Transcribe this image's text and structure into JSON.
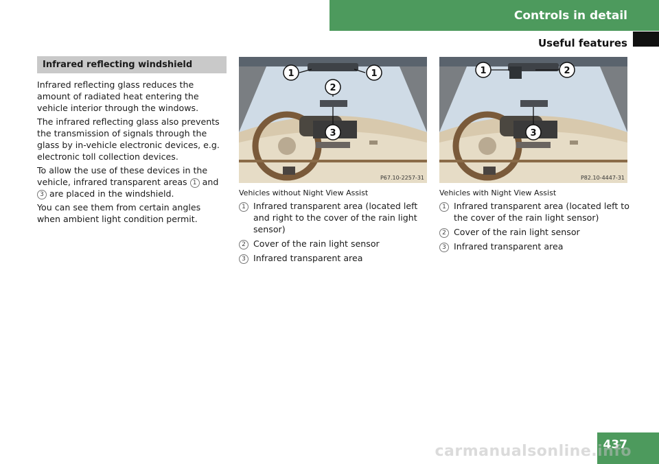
{
  "header": {
    "chapter": "Controls in detail",
    "section": "Useful features"
  },
  "left": {
    "heading": "Infrared reflecting windshield",
    "p1": "Infrared reflecting glass reduces the amount of radiated heat entering the vehicle interior through the windows.",
    "p2": "The infrared reflecting glass also prevents the transmission of signals through the glass by in-vehicle electronic devices, e.g. electronic toll collection devices.",
    "p3a": "To allow the use of these devices in the vehicle, infrared transparent areas",
    "p3b": "and",
    "p3c": "are placed in the windshield.",
    "n1": "1",
    "n3": "3",
    "p4": "You can see them from certain angles when ambient light condition permit."
  },
  "fig1": {
    "code": "P67.10-2257-31",
    "callouts": [
      "1",
      "2",
      "1",
      "3"
    ],
    "caption": "Vehicles without Night View Assist",
    "items": [
      {
        "n": "1",
        "text": "Infrared transparent area (located left and right to the cover of the rain light sensor)"
      },
      {
        "n": "2",
        "text": "Cover of the rain light sensor"
      },
      {
        "n": "3",
        "text": "Infrared transparent area"
      }
    ]
  },
  "fig2": {
    "code": "P82.10-4447-31",
    "callouts": [
      "1",
      "2",
      "3"
    ],
    "caption": "Vehicles with Night View Assist",
    "items": [
      {
        "n": "1",
        "text": "Infrared transparent area (located left to the cover of the rain light sensor)"
      },
      {
        "n": "2",
        "text": "Cover of the rain light sensor"
      },
      {
        "n": "3",
        "text": "Infrared transparent area"
      }
    ]
  },
  "page_number": "437",
  "watermark": "carmanualsonline.info",
  "colors": {
    "accent": "#4d9a5d",
    "heading_bg": "#c9c9c9"
  }
}
